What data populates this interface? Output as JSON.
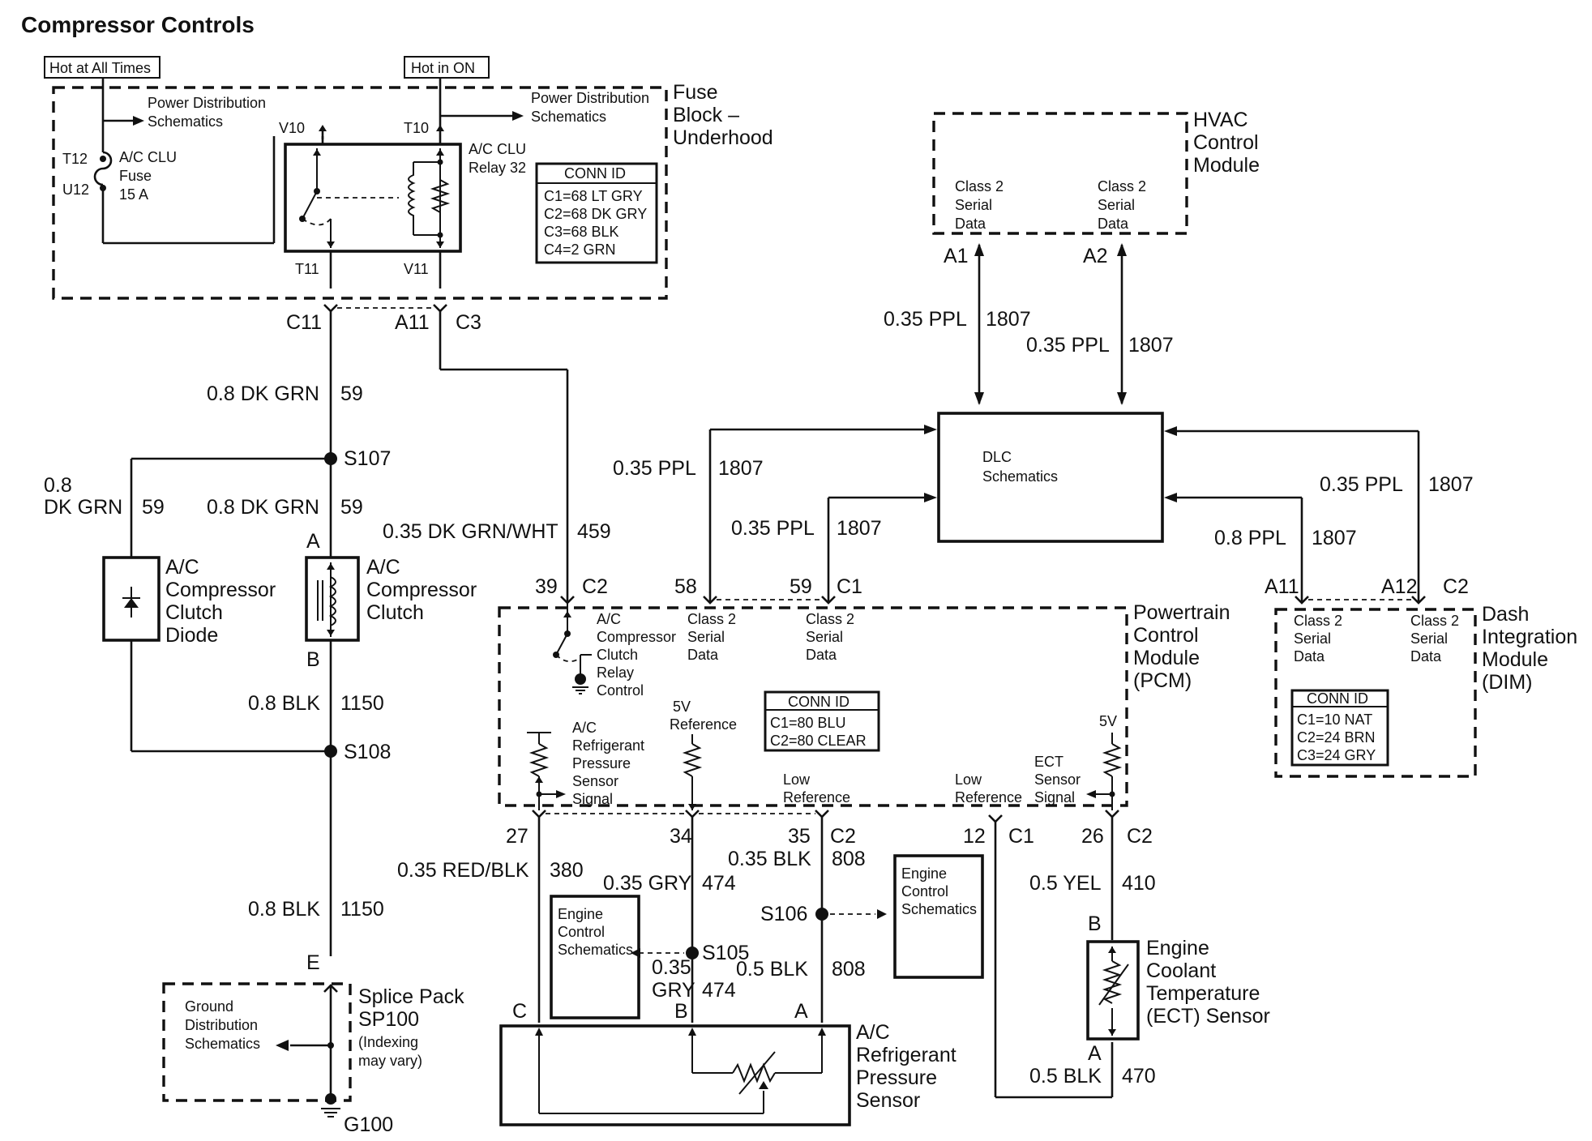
{
  "title": "Compressor Controls",
  "power": {
    "hot_always": "Hot at All Times",
    "hot_on": "Hot in ON",
    "pd_schem_1": [
      "Power Distribution",
      "Schematics"
    ],
    "pd_schem_2": [
      "Power Distribution",
      "Schematics"
    ]
  },
  "fuse_block": {
    "name": [
      "Fuse",
      "Block –",
      "Underhood"
    ],
    "fuse": [
      "A/C CLU",
      "Fuse",
      "15 A"
    ],
    "relay": [
      "A/C CLU",
      "Relay 32"
    ],
    "pins": {
      "t12": "T12",
      "u12": "U12",
      "v10": "V10",
      "t10": "T10",
      "t11": "T11",
      "v11": "V11"
    },
    "conn_id": {
      "title": "CONN ID",
      "rows": [
        "C1=68 LT GRY",
        "C2=68 DK GRY",
        "C3=68 BLK",
        "C4=2 GRN"
      ]
    }
  },
  "connectors": {
    "c11": "C11",
    "a11": "A11",
    "c3": "C3",
    "p39": "39",
    "p58": "58",
    "p59": "59",
    "c2a": "C2",
    "c1a": "C1",
    "a11b": "A11",
    "a12": "A12",
    "c2b": "C2",
    "p27": "27",
    "p34": "34",
    "p35": "35",
    "c2c": "C2",
    "p12": "12",
    "c1b": "C1",
    "p26": "26",
    "c2d": "C2"
  },
  "wires": {
    "w1": [
      "0.8 DK GRN",
      "59"
    ],
    "w2": [
      "0.8",
      "DK GRN",
      "59"
    ],
    "w3": [
      "0.8 DK GRN",
      "59"
    ],
    "w4": [
      "0.35 DK GRN/WHT",
      "459"
    ],
    "w5": [
      "0.8 BLK",
      "1150"
    ],
    "w6": [
      "0.8 BLK",
      "1150"
    ],
    "w7": [
      "0.35 PPL",
      "1807"
    ],
    "w8": [
      "0.35 PPL",
      "1807"
    ],
    "w9": [
      "0.35 PPL",
      "1807"
    ],
    "w10": [
      "0.35 PPL",
      "1807"
    ],
    "w11": [
      "0.35 PPL",
      "1807"
    ],
    "w12": [
      "0.8 PPL",
      "1807"
    ],
    "w13": [
      "0.35 RED/BLK",
      "380"
    ],
    "w14": [
      "0.35 GRY",
      "474"
    ],
    "w15": [
      "0.35 BLK",
      "808"
    ],
    "w16": [
      "0.35",
      "GRY",
      "474"
    ],
    "w17": [
      "0.5 BLK",
      "808"
    ],
    "w18": [
      "0.5 YEL",
      "410"
    ],
    "w19": [
      "0.5 BLK",
      "470"
    ]
  },
  "splices": {
    "s107": "S107",
    "s108": "S108",
    "s105": "S105",
    "s106": "S106",
    "g100": "G100"
  },
  "components": {
    "diode": [
      "A/C",
      "Compressor",
      "Clutch",
      "Diode"
    ],
    "clutch": [
      "A/C",
      "Compressor",
      "Clutch"
    ],
    "clutch_a": "A",
    "clutch_b": "B",
    "splice_pack_e": "E",
    "splice_pack": [
      "Splice Pack",
      "SP100"
    ],
    "splice_pack_note": [
      "(Indexing",
      "may vary)"
    ],
    "ground_dist": [
      "Ground",
      "Distribution",
      "Schematics"
    ],
    "hvac": [
      "HVAC",
      "Control",
      "Module"
    ],
    "hvac_a1": "A1",
    "hvac_a2": "A2",
    "hvac_data1": [
      "Class 2",
      "Serial",
      "Data"
    ],
    "hvac_data2": [
      "Class 2",
      "Serial",
      "Data"
    ],
    "dlc": [
      "DLC",
      "Schematics"
    ],
    "pcm": [
      "Powertrain",
      "Control",
      "Module",
      "(PCM)"
    ],
    "pcm_relay": [
      "A/C",
      "Compressor",
      "Clutch",
      "Relay",
      "Control"
    ],
    "pcm_data1": [
      "Class 2",
      "Serial",
      "Data"
    ],
    "pcm_data2": [
      "Class 2",
      "Serial",
      "Data"
    ],
    "pcm_5v_ref": [
      "5V",
      "Reference"
    ],
    "pcm_refr_signal": [
      "A/C",
      "Refrigerant",
      "Pressure",
      "Sensor",
      "Signal"
    ],
    "pcm_low_ref1": [
      "Low",
      "Reference"
    ],
    "pcm_low_ref2": [
      "Low",
      "Reference"
    ],
    "pcm_ect_signal": [
      "ECT",
      "Sensor",
      "Signal"
    ],
    "pcm_5v": "5V",
    "pcm_conn_id": {
      "title": "CONN ID",
      "rows": [
        "C1=80 BLU",
        "C2=80 CLEAR"
      ]
    },
    "dim": [
      "Dash",
      "Integration",
      "Module",
      "(DIM)"
    ],
    "dim_data1": [
      "Class 2",
      "Serial",
      "Data"
    ],
    "dim_data2": [
      "Class 2",
      "Serial",
      "Data"
    ],
    "dim_conn_id": {
      "title": "CONN ID",
      "rows": [
        "C1=10 NAT",
        "C2=24 BRN",
        "C3=24 GRY"
      ]
    },
    "ecs1": [
      "Engine",
      "Control",
      "Schematics"
    ],
    "ecs2": [
      "Engine",
      "Control",
      "Schematics"
    ],
    "sensor": [
      "A/C",
      "Refrigerant",
      "Pressure",
      "Sensor"
    ],
    "sensor_c": "C",
    "sensor_b": "B",
    "sensor_a": "A",
    "ect": [
      "Engine",
      "Coolant",
      "Temperature",
      "(ECT) Sensor"
    ],
    "ect_b": "B",
    "ect_a": "A"
  }
}
